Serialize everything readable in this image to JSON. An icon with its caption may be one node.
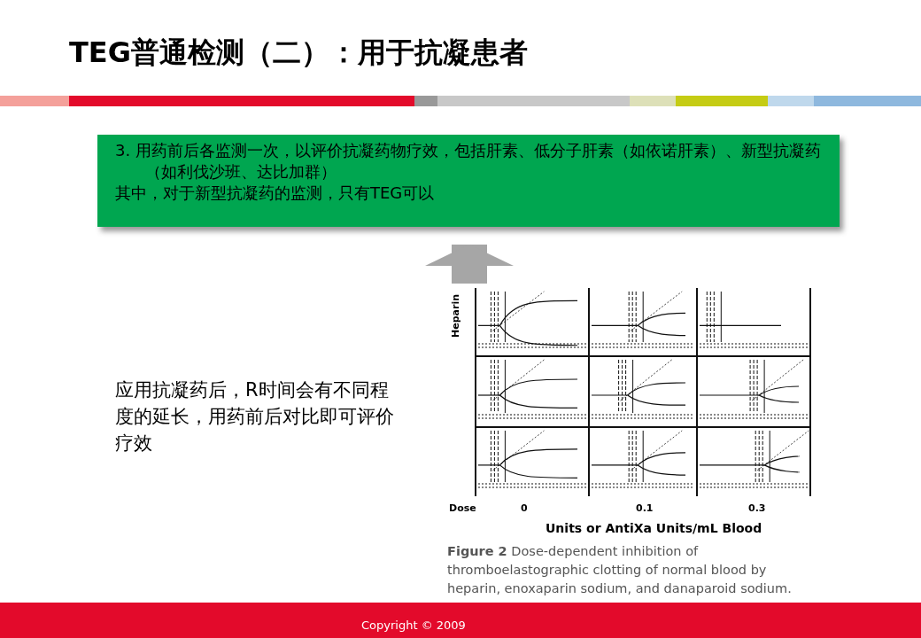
{
  "diagram": {
    "title": "TEG普通检测（二）：用于抗凝患者",
    "nodes": [
      {
        "text": [
          "3. 用药前后各监测一次，以评价抗凝药物疗效，包括肝素、低分子肝素（如依诺肝素）、新型抗凝药（如利伐沙班、达比加群）",
          "其中，对于新型抗凝药的监测，只有TEG可以"
        ]
      },
      {
        "text": [],
        "shape": "picture"
      }
    ],
    "edges": [
      {
        "from": 1,
        "to": 0,
        "arrow": "to"
      }
    ],
    "labels": [
      "Heparin",
      "应用抗凝药后，R时间会有不同程度的延长，用药前后对比即可评价疗效",
      "Dose",
      "0",
      "0.1",
      "0.3",
      "Units or AntiXa Units/mL Blood",
      "Copyright © 2009"
    ],
    "caption": "**Figure 2** Dose-dependent inhibition of thromboelastographic clotting of normal blood by heparin, enoxaparin sodium, and danaparoid sodium."
  }
}
